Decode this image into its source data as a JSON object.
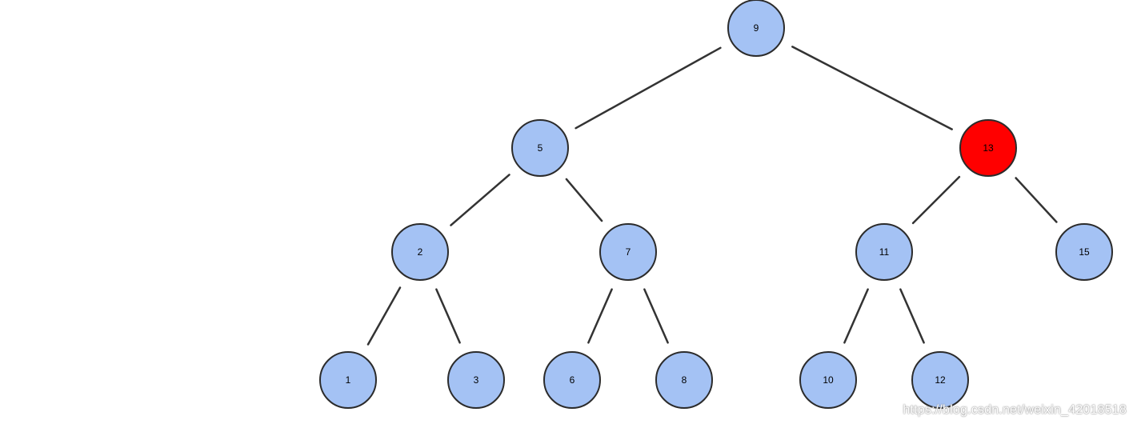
{
  "diagram": {
    "nodes": [
      {
        "id": "9",
        "label": "9",
        "color": "#a4c2f4"
      },
      {
        "id": "5",
        "label": "5",
        "color": "#a4c2f4"
      },
      {
        "id": "13",
        "label": "13",
        "color": "#ff0000"
      },
      {
        "id": "2",
        "label": "2",
        "color": "#a4c2f4"
      },
      {
        "id": "7",
        "label": "7",
        "color": "#a4c2f4"
      },
      {
        "id": "11",
        "label": "11",
        "color": "#a4c2f4"
      },
      {
        "id": "15",
        "label": "15",
        "color": "#a4c2f4"
      },
      {
        "id": "1",
        "label": "1",
        "color": "#a4c2f4"
      },
      {
        "id": "3",
        "label": "3",
        "color": "#a4c2f4"
      },
      {
        "id": "6",
        "label": "6",
        "color": "#a4c2f4"
      },
      {
        "id": "8",
        "label": "8",
        "color": "#a4c2f4"
      },
      {
        "id": "10",
        "label": "10",
        "color": "#a4c2f4"
      },
      {
        "id": "12",
        "label": "12",
        "color": "#a4c2f4"
      }
    ],
    "edges": [
      [
        "9",
        "5"
      ],
      [
        "9",
        "13"
      ],
      [
        "5",
        "2"
      ],
      [
        "5",
        "7"
      ],
      [
        "13",
        "11"
      ],
      [
        "13",
        "15"
      ],
      [
        "2",
        "1"
      ],
      [
        "2",
        "3"
      ],
      [
        "7",
        "6"
      ],
      [
        "7",
        "8"
      ],
      [
        "11",
        "10"
      ],
      [
        "11",
        "12"
      ]
    ]
  },
  "watermark": {
    "text": "https://blog.csdn.net/weixin_42018518"
  }
}
